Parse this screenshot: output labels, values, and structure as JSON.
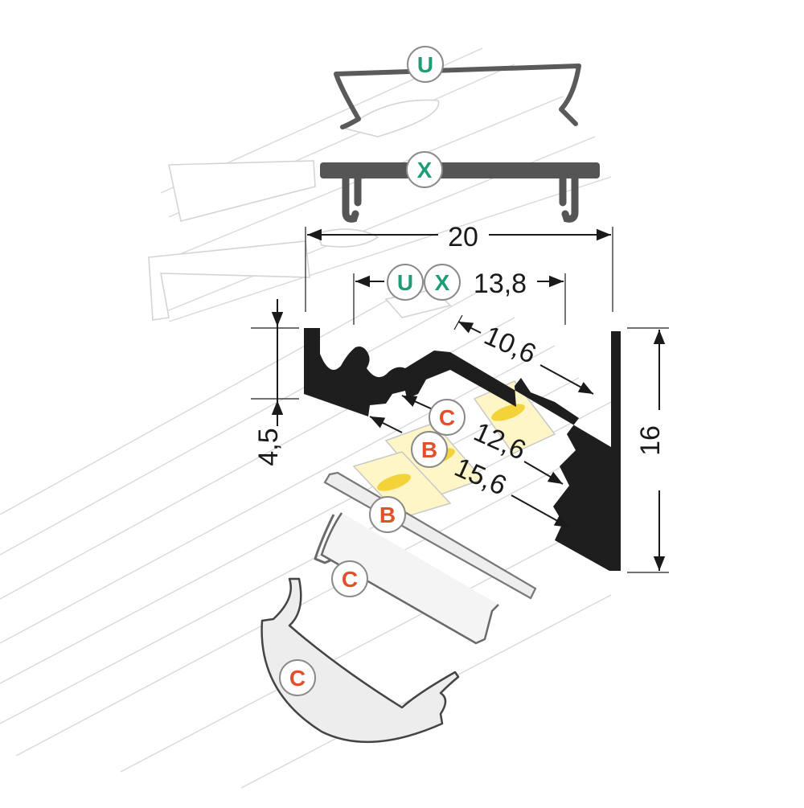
{
  "colors": {
    "profile": "#1e1e1e",
    "cover_x": "#555555",
    "cover_u": "#5a5a5a",
    "badge_green": "#1e9c78",
    "badge_red": "#e0502a",
    "badge_border": "#8a8a8a",
    "led_yellow": "#f3d23a"
  },
  "dimensions": {
    "width_total": "20",
    "width_inner": "13,8",
    "diag_top": "10,6",
    "diag_mid": "12,6",
    "diag_low": "15,6",
    "height_total": "16",
    "height_step": "4,5"
  },
  "badges": {
    "cover_u": "U",
    "cover_x": "X",
    "inner_u": "U",
    "inner_x": "X",
    "pos_c_inner": "C",
    "pos_b_inner": "B",
    "diffuser_b": "B",
    "diffuser_c": "C",
    "diffuser_c_round": "C"
  }
}
